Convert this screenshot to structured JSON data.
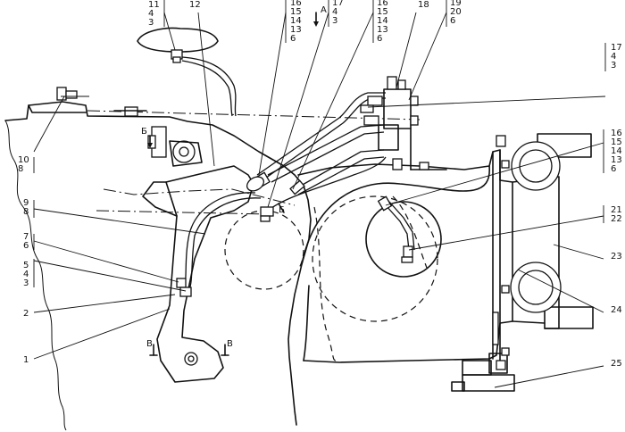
{
  "callouts": {
    "c1": {
      "lines": [
        "1"
      ]
    },
    "c2": {
      "lines": [
        "2"
      ]
    },
    "c543": {
      "lines": [
        "5",
        "4",
        "3"
      ]
    },
    "c76": {
      "lines": [
        "7",
        "6"
      ]
    },
    "c98": {
      "lines": [
        "9",
        "8"
      ]
    },
    "c108": {
      "lines": [
        "10",
        "8"
      ]
    },
    "c1143": {
      "lines": [
        "11",
        "4",
        "3"
      ]
    },
    "c12": {
      "lines": [
        "12"
      ]
    },
    "c16a": {
      "lines": [
        "16",
        "15",
        "14",
        "13",
        "6"
      ]
    },
    "c1743a": {
      "lines": [
        "17",
        "4",
        "3"
      ]
    },
    "c16b": {
      "lines": [
        "16",
        "15",
        "14",
        "13",
        "6"
      ]
    },
    "c18": {
      "lines": [
        "18"
      ]
    },
    "c19": {
      "lines": [
        "19",
        "20",
        "6"
      ]
    },
    "c1743b": {
      "lines": [
        "17",
        "4",
        "3"
      ]
    },
    "c16c": {
      "lines": [
        "16",
        "15",
        "14",
        "13",
        "6"
      ]
    },
    "c21": {
      "lines": [
        "21",
        "22"
      ]
    },
    "c23": {
      "lines": [
        "23"
      ]
    },
    "c24": {
      "lines": [
        "24"
      ]
    },
    "c25": {
      "lines": [
        "25"
      ]
    }
  },
  "view_marks": {
    "a": "А",
    "b1": "Б",
    "b2": "Б",
    "v1": "В",
    "v2": "В"
  }
}
